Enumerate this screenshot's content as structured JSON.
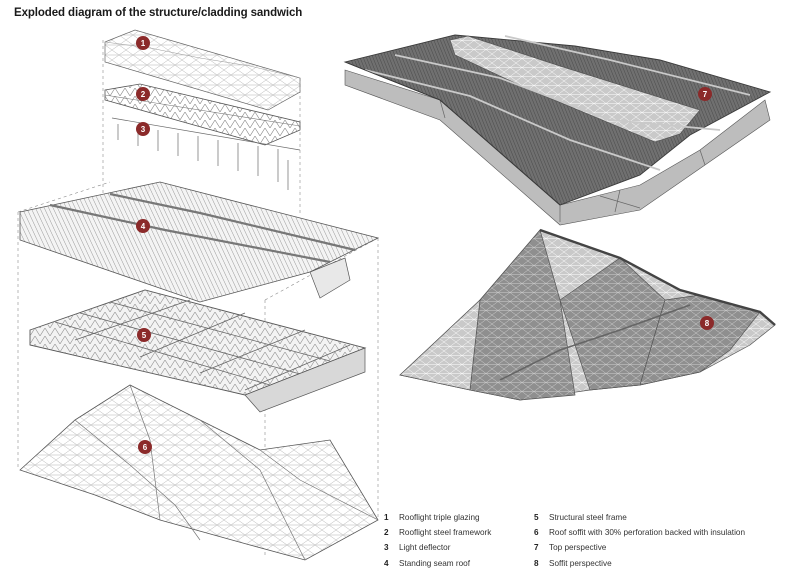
{
  "title": "Exploded diagram of the structure/cladding sandwich",
  "colors": {
    "badge": "#8b2a2a",
    "roof_dark": "#6d6d6d",
    "roof_mid": "#9a9a9a",
    "roof_light": "#d9d9d9",
    "line": "#555555"
  },
  "badges": [
    "1",
    "2",
    "3",
    "4",
    "5",
    "6",
    "7",
    "8"
  ],
  "legend": {
    "left": [
      {
        "num": "1",
        "text": "Rooflight triple glazing"
      },
      {
        "num": "2",
        "text": "Rooflight steel framework"
      },
      {
        "num": "3",
        "text": "Light deflector"
      },
      {
        "num": "4",
        "text": "Standing seam roof"
      }
    ],
    "right": [
      {
        "num": "5",
        "text": "Structural steel frame"
      },
      {
        "num": "6",
        "text": "Roof soffit with 30% perforation backed with insulation"
      },
      {
        "num": "7",
        "text": "Top perspective"
      },
      {
        "num": "8",
        "text": "Soffit perspective"
      }
    ]
  }
}
